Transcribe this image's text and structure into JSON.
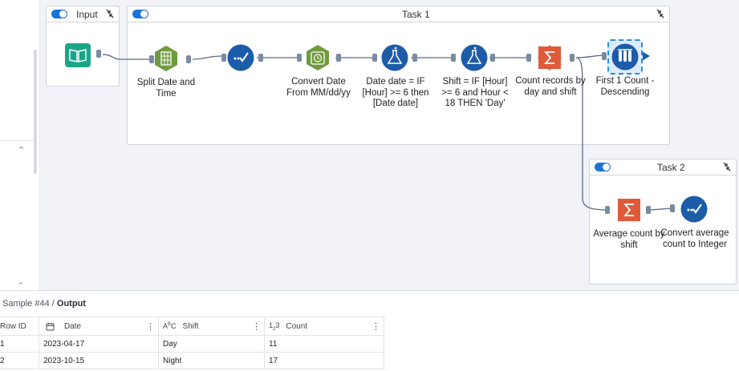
{
  "containers": {
    "input": {
      "title": "Input"
    },
    "task1": {
      "title": "Task 1"
    },
    "task2": {
      "title": "Task 2"
    }
  },
  "tools": [
    {
      "id": "input",
      "label": "",
      "icon": "book-icon",
      "color": "#1aa589"
    },
    {
      "id": "split",
      "label": "Split Date and Time",
      "icon": "text-to-columns-icon",
      "color": "#6f9a3d"
    },
    {
      "id": "select1",
      "label": "",
      "icon": "select-check-icon",
      "color": "#1d5ca8"
    },
    {
      "id": "datetime",
      "label": "Convert Date From MM/dd/yy",
      "icon": "clock-icon",
      "color": "#6f9a3d"
    },
    {
      "id": "formula1",
      "label": "Date date = IF [Hour] >= 6 then [Date date]",
      "icon": "flask-icon",
      "color": "#1d5ca8"
    },
    {
      "id": "formula2",
      "label": "Shift = IF [Hour] >= 6 and Hour < 18 THEN 'Day'",
      "icon": "flask-icon",
      "color": "#1d5ca8"
    },
    {
      "id": "summarize1",
      "label": "Count records by day and shift",
      "icon": "sigma-icon",
      "color": "#e05a3a"
    },
    {
      "id": "sample",
      "label": "First 1 Count - Descending",
      "icon": "test-tubes-icon",
      "color": "#1d5ca8"
    },
    {
      "id": "summarize2",
      "label": "Average count by shift",
      "icon": "sigma-icon",
      "color": "#e05a3a"
    },
    {
      "id": "select2",
      "label": "Convert average count to Integer",
      "icon": "select-check-icon",
      "color": "#1d5ca8"
    }
  ],
  "results": {
    "breadcrumb_prefix": "Sample #44",
    "breadcrumb_sep": "/",
    "breadcrumb_current": "Output",
    "columns": [
      {
        "label": "Row ID",
        "type_icon": ""
      },
      {
        "label": "Date",
        "type_icon": "calendar-icon"
      },
      {
        "label": "Shift",
        "type_icon": "string-type-icon"
      },
      {
        "label": "Count",
        "type_icon": "integer-type-icon"
      }
    ],
    "rows": [
      [
        "1",
        "2023-04-17",
        "Day",
        "11"
      ],
      [
        "2",
        "2023-10-15",
        "Night",
        "17"
      ]
    ]
  }
}
